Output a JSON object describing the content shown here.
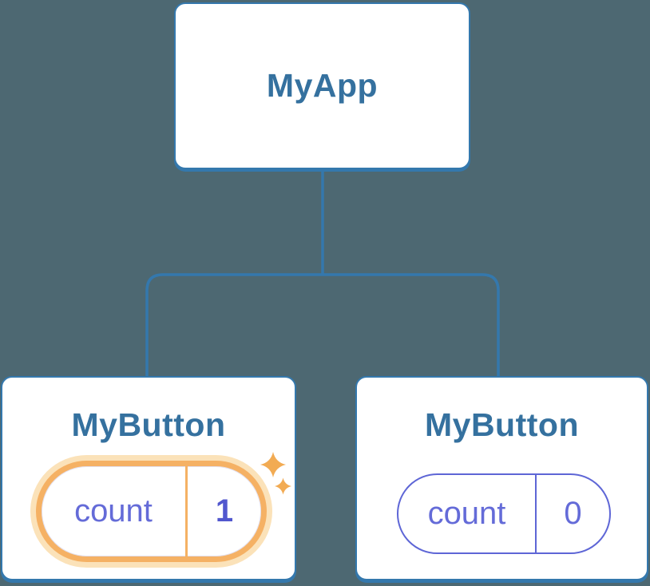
{
  "diagram": {
    "description": "Component tree diagram: root component with two child components holding isolated state",
    "background_color": "#4d6872",
    "root": {
      "label": "MyApp"
    },
    "children": [
      {
        "label": "MyButton",
        "state": {
          "key": "count",
          "value": "1"
        },
        "highlighted": true
      },
      {
        "label": "MyButton",
        "state": {
          "key": "count",
          "value": "0"
        },
        "highlighted": false
      }
    ],
    "colors": {
      "node_fill": "#ffffff",
      "node_border": "#3478ad",
      "connector": "#3478ad",
      "node_label_text": "#35719f",
      "state_text": "#646bd8",
      "state_value_strong": "#5157ce",
      "state_pill_border": "#5e66d6",
      "highlight_ring": "#f5b164",
      "highlight_halo": "#fbe2b9",
      "sparkle": "#f2ab53"
    }
  }
}
